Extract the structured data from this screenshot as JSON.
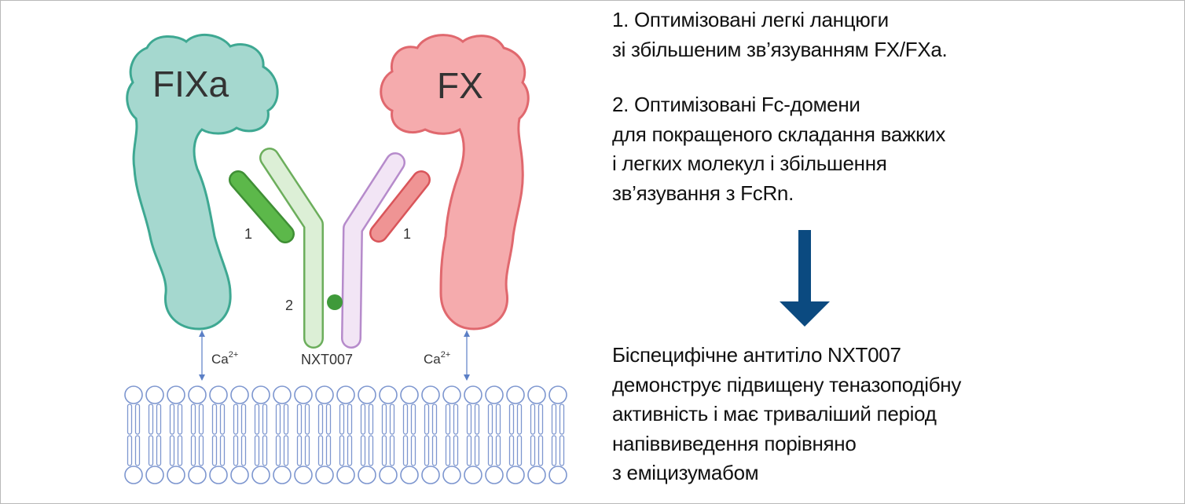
{
  "diagram": {
    "factor_left": "FIXa",
    "factor_right": "FX",
    "antibody_label": "NXT007",
    "marker_1_left": "1",
    "marker_1_right": "1",
    "marker_2": "2",
    "calcium_left": {
      "base": "Ca",
      "sup": "2+"
    },
    "calcium_right": {
      "base": "Ca",
      "sup": "2+"
    },
    "colors": {
      "fixa_fill": "#a5d8cf",
      "fixa_stroke": "#3ea892",
      "fx_fill": "#f5abad",
      "fx_stroke": "#e0686e",
      "heavy_green_fill": "#dcefd6",
      "heavy_green_stroke": "#6cae5c",
      "light_green": "#5cb84a",
      "heavy_purple_fill": "#f2e5f5",
      "heavy_purple_stroke": "#b68bcb",
      "light_red": "#ef9494",
      "membrane": "#7d96cf",
      "arrow": "#0b4a80"
    }
  },
  "notes": {
    "point1": [
      "1. Оптимізовані легкі ланцюги",
      "зі збільшеним зв’язуванням FX/FXa."
    ],
    "point2": [
      "2. Оптимізовані Fc-домени",
      "для покращеного складання важких",
      "і легких молекул і збільшення",
      "зв’язування з FcRn."
    ],
    "conclusion": [
      "Біспецифічне антитіло NXT007",
      "демонструє підвищену теназоподібну",
      "активність і має триваліший період",
      "напіввиведення порівняно",
      "з еміцизумабом"
    ]
  }
}
